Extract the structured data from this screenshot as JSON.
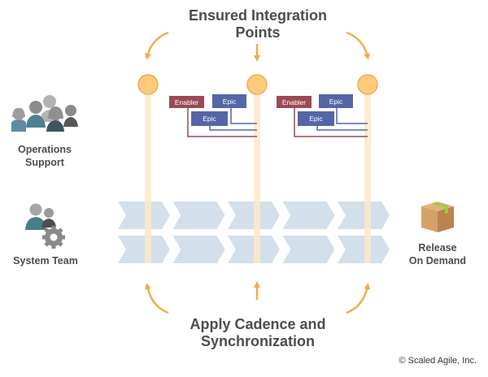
{
  "title": {
    "top": [
      "Ensured Integration",
      "Points"
    ],
    "bottom": [
      "Apply Cadence and",
      "Synchronization"
    ]
  },
  "left": {
    "operations_support": [
      "Operations",
      "Support"
    ],
    "system_team": "System Team"
  },
  "right": {
    "release": [
      "Release",
      "On Demand"
    ]
  },
  "integration_groups": [
    {
      "enabler": "Enabler",
      "epic_top": "Epic",
      "epic_bottom": "Epic"
    },
    {
      "enabler": "Enabler",
      "epic_top": "Epic",
      "epic_bottom": "Epic"
    }
  ],
  "chevron_rows": 2,
  "chevrons_per_row": 5,
  "integration_points": 3,
  "colors": {
    "text": "#4d4d4f",
    "accent_orange": "#f0ad4e",
    "circle_fill": "#fdca7d",
    "timeline_line": "#fde9c8",
    "chevron": "#d3dfea",
    "enabler": "#9b4a55",
    "epic": "#5566a8"
  },
  "copyright": "© Scaled Agile, Inc."
}
